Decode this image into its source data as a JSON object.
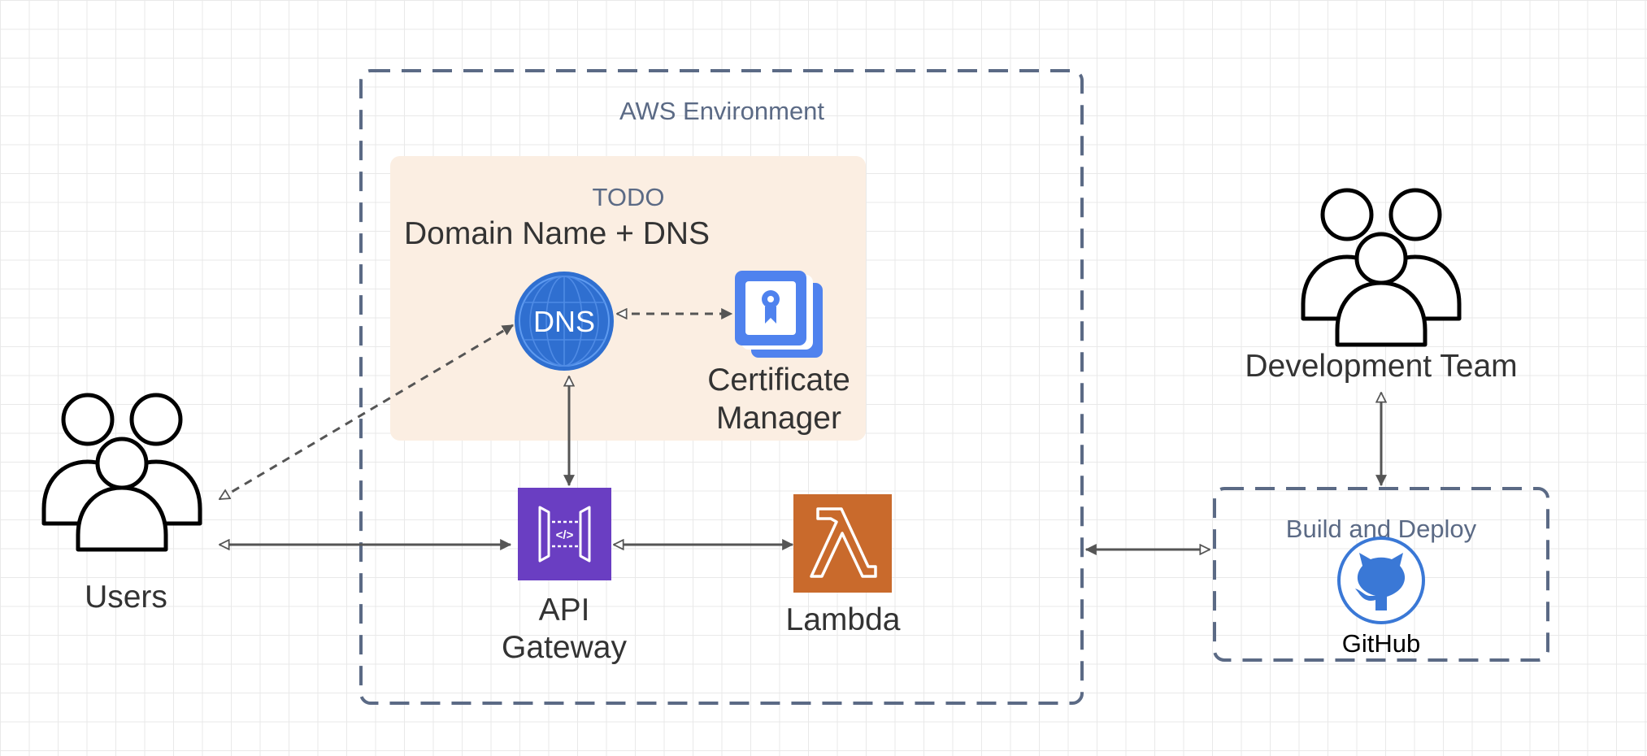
{
  "aws_group": {
    "label": "AWS Environment"
  },
  "todo_group": {
    "tag": "TODO",
    "title": "Domain Name + DNS"
  },
  "dns": {
    "icon_text": "DNS"
  },
  "certificate_manager": {
    "line1": "Certificate",
    "line2": "Manager"
  },
  "users": {
    "label": "Users"
  },
  "api_gateway": {
    "line1": "API",
    "line2": "Gateway",
    "icon_text": "</>"
  },
  "lambda": {
    "label": "Lambda"
  },
  "development_team": {
    "label": "Development Team"
  },
  "build_deploy": {
    "label": "Build and Deploy"
  },
  "github": {
    "label": "GitHub"
  },
  "colors": {
    "group_border": "#5b6a85",
    "todo_fill": "#fbeee2",
    "dns_blue": "#2f6fd0",
    "cert_blue": "#4f82ee",
    "api_purple": "#6a3ec2",
    "lambda_orange": "#c96a2c",
    "github_blue": "#3a78d6",
    "connector": "#555555"
  }
}
